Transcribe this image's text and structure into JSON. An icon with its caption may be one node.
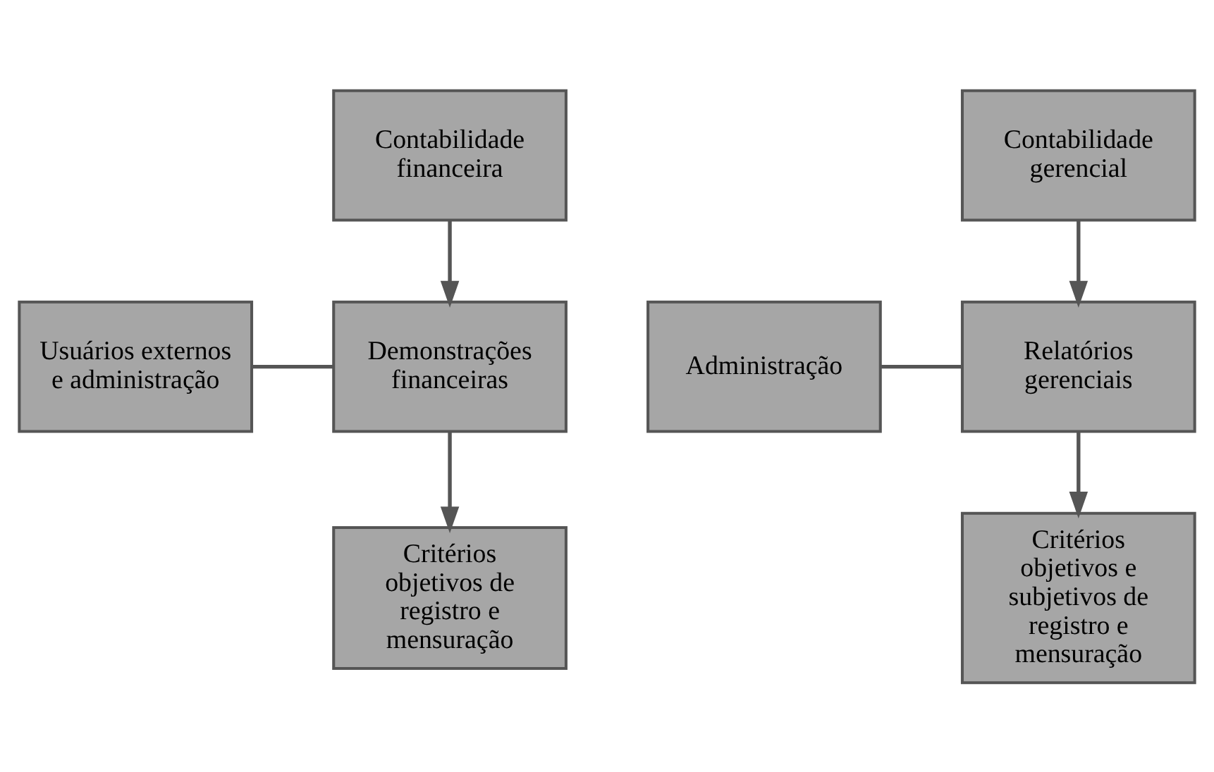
{
  "diagram": {
    "nodes": [
      {
        "text": [
          "Contabilidade financeira"
        ]
      },
      {
        "text": [
          "Usuários externos e administração"
        ]
      },
      {
        "text": [
          "Demonstrações financeiras"
        ]
      },
      {
        "text": [
          "Critérios objetivos de registro e mensuração"
        ]
      },
      {
        "text": [
          "Contabilidade gerencial"
        ]
      },
      {
        "text": [
          "Administração"
        ]
      },
      {
        "text": [
          "Relatórios gerenciais"
        ]
      },
      {
        "text": [
          "Critérios objetivos e subjetivos de registro e mensuração"
        ]
      }
    ],
    "edges": [
      {
        "from": 0,
        "to": 2,
        "arrow": "to"
      },
      {
        "from": 1,
        "to": 2,
        "arrow": "none"
      },
      {
        "from": 2,
        "to": 3,
        "arrow": "to"
      },
      {
        "from": 4,
        "to": 6,
        "arrow": "to"
      },
      {
        "from": 5,
        "to": 6,
        "arrow": "none"
      },
      {
        "from": 6,
        "to": 7,
        "arrow": "to"
      }
    ]
  }
}
